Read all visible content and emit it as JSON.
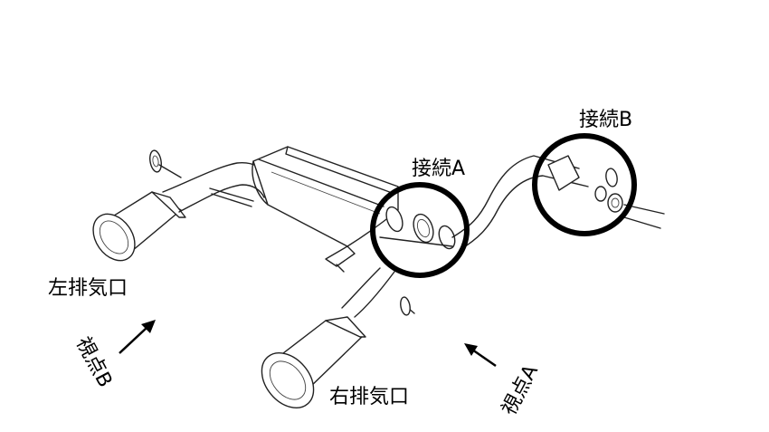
{
  "labels": {
    "connection_a": "接続A",
    "connection_b": "接続B",
    "left_exhaust": "左排気口",
    "right_exhaust": "右排気口",
    "viewpoint_a": "視点A",
    "viewpoint_b": "視点B"
  }
}
